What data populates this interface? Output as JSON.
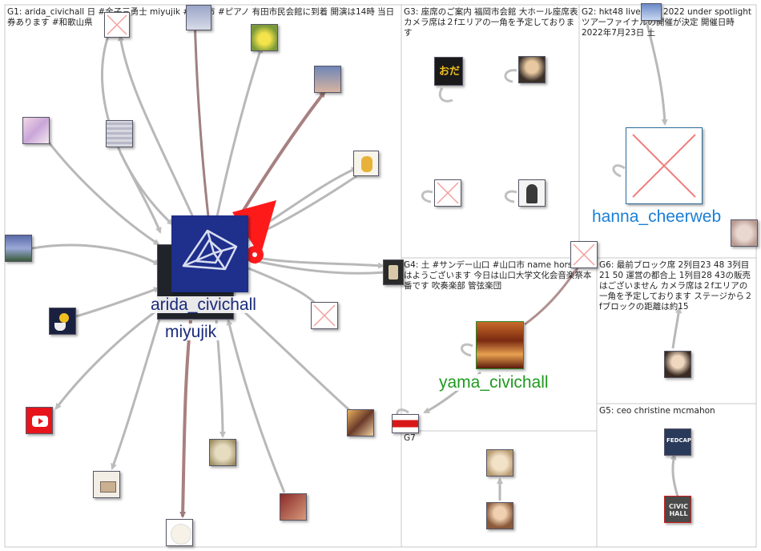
{
  "groups": [
    {
      "id": "G1",
      "label": "G1: arida_civichall 日 #金子三勇士 miyujik #有田市 #ピアノ 有田市民会館に到着 開演は14時 当日券あります #和歌山県"
    },
    {
      "id": "G3",
      "label": "G3: 座席のご案内 福岡市会館 大ホール座席表 カメラ席は２fエリアの一角を予定しております"
    },
    {
      "id": "G2",
      "label": "G2: hkt48 live tour 2022 under spotlight ツアーファイナルの開催が決定 開催日時 2022年7月23日 土"
    },
    {
      "id": "G4",
      "label": "G4: 土 #サンデー山口 #山口市 name horses おはようございます 今日は山口大学文化会音楽祭本番です 吹奏楽部 管弦楽団"
    },
    {
      "id": "G6",
      "label": "G6: 最前ブロック席 2列目23 48 3列目21 50 運営の都合上 1列目28 43の販売はございません カメラ席は２fエリアの一角を予定しております ステージから２fブロックの距離は約15"
    },
    {
      "id": "G5",
      "label": "G5: ceo christine mcmahon"
    },
    {
      "id": "G7",
      "label": "G7"
    }
  ],
  "node_labels": {
    "arida": "arida_civichall",
    "miyujik": "miyujik",
    "hanna": "hanna_cheerweb",
    "yama": "yama_civichall"
  },
  "colors": {
    "center_label": "#1a2a7a",
    "hanna_label": "#1a7fd6",
    "yama_label": "#1f9a1f",
    "edge_gray": "#b0b0b0",
    "edge_brown": "#9a6a6a",
    "edge_red": "#ff0000",
    "group_border": "#c8c8c8"
  },
  "icons": [
    "pyramid-logo-icon",
    "youtube-icon",
    "oda-logo-icon",
    "fedcap-logo-icon",
    "civic-hall-logo-icon",
    "broken-image-icon"
  ]
}
